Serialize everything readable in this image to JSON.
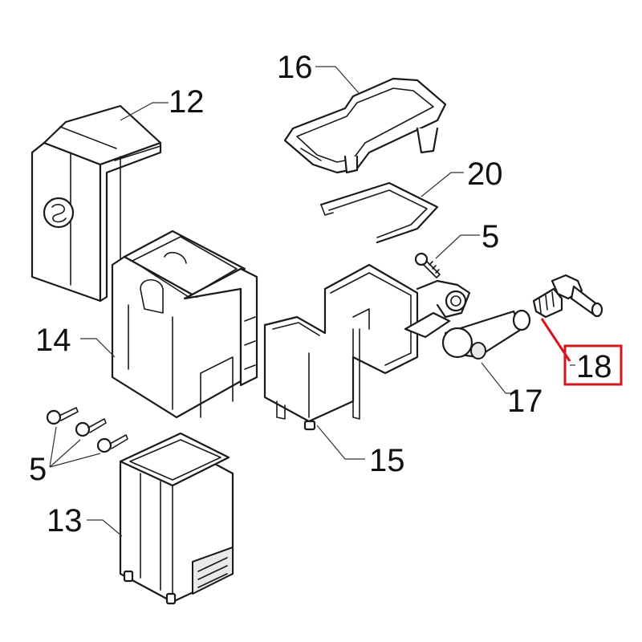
{
  "diagram": {
    "highlight_color": "#d6161c",
    "line_color": "#1a1a1a",
    "callouts": [
      {
        "id": "12",
        "label": "12"
      },
      {
        "id": "16",
        "label": "16"
      },
      {
        "id": "20",
        "label": "20"
      },
      {
        "id": "5a",
        "label": "5"
      },
      {
        "id": "14",
        "label": "14"
      },
      {
        "id": "18",
        "label": "18",
        "highlighted": true
      },
      {
        "id": "17",
        "label": "17"
      },
      {
        "id": "5b",
        "label": "5"
      },
      {
        "id": "15",
        "label": "15"
      },
      {
        "id": "13",
        "label": "13"
      }
    ]
  }
}
